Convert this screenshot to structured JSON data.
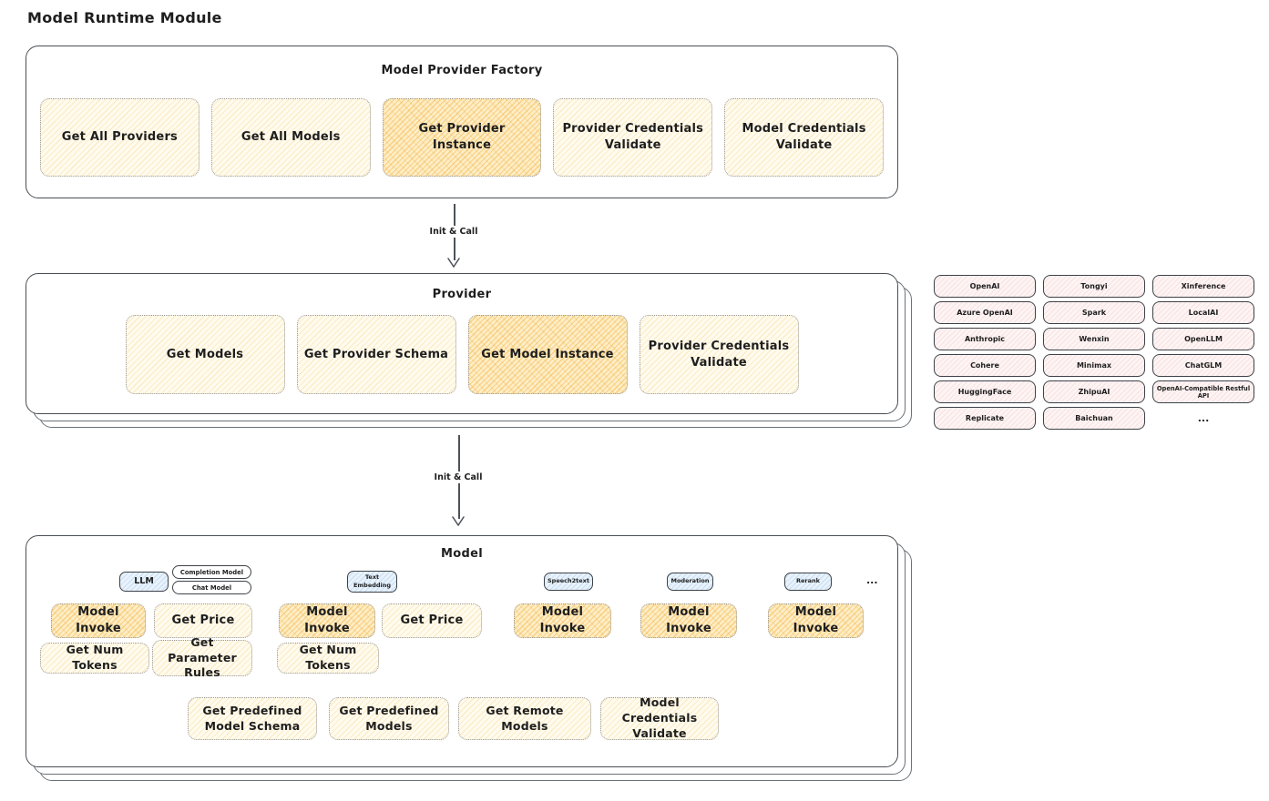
{
  "page_title": "Model Runtime Module",
  "arrow1_label": "Init & Call",
  "arrow2_label": "Init & Call",
  "colors": {
    "stroke": "#494f55",
    "cream_fill": "#fffbee",
    "orange_highlight": "#f3a62d",
    "pink_fill": "#fdf4f4",
    "blue_fill": "#e9f2fb"
  },
  "factory": {
    "title": "Model Provider Factory",
    "buttons": [
      "Get All Providers",
      "Get All Models",
      "Get Provider Instance",
      "Provider Credentials Validate",
      "Model Credentials Validate"
    ]
  },
  "provider": {
    "title": "Provider",
    "buttons": [
      "Get Models",
      "Get Provider Schema",
      "Get Model Instance",
      "Provider Credentials Validate"
    ]
  },
  "providers_list": {
    "rows": [
      [
        "OpenAI",
        "Tongyi",
        "Xinference"
      ],
      [
        "Azure OpenAI",
        "Spark",
        "LocalAI"
      ],
      [
        "Anthropic",
        "Wenxin",
        "OpenLLM"
      ],
      [
        "Cohere",
        "Minimax",
        "ChatGLM"
      ],
      [
        "HuggingFace",
        "ZhipuAI",
        "OpenAI-Compatible Restful API"
      ],
      [
        "Replicate",
        "Baichuan",
        "..."
      ]
    ]
  },
  "model": {
    "title": "Model",
    "tag_llm": "LLM",
    "tag_completion": "Completion Model",
    "tag_chat": "Chat Model",
    "tag_text_embedding": "Text Embedding",
    "tag_speech2text": "Speech2text",
    "tag_moderation": "Moderation",
    "tag_rerank": "Rerank",
    "ellipsis": "...",
    "btn_model_invoke": "Model Invoke",
    "btn_get_price": "Get Price",
    "btn_get_num_tokens": "Get Num Tokens",
    "btn_get_parameter_rules": "Get Parameter Rules",
    "btn_get_predefined_model_schema": "Get Predefined Model Schema",
    "btn_get_predefined_models": "Get Predefined Models",
    "btn_get_remote_models": "Get Remote Models",
    "btn_model_credentials_validate": "Model Credentials Validate"
  }
}
